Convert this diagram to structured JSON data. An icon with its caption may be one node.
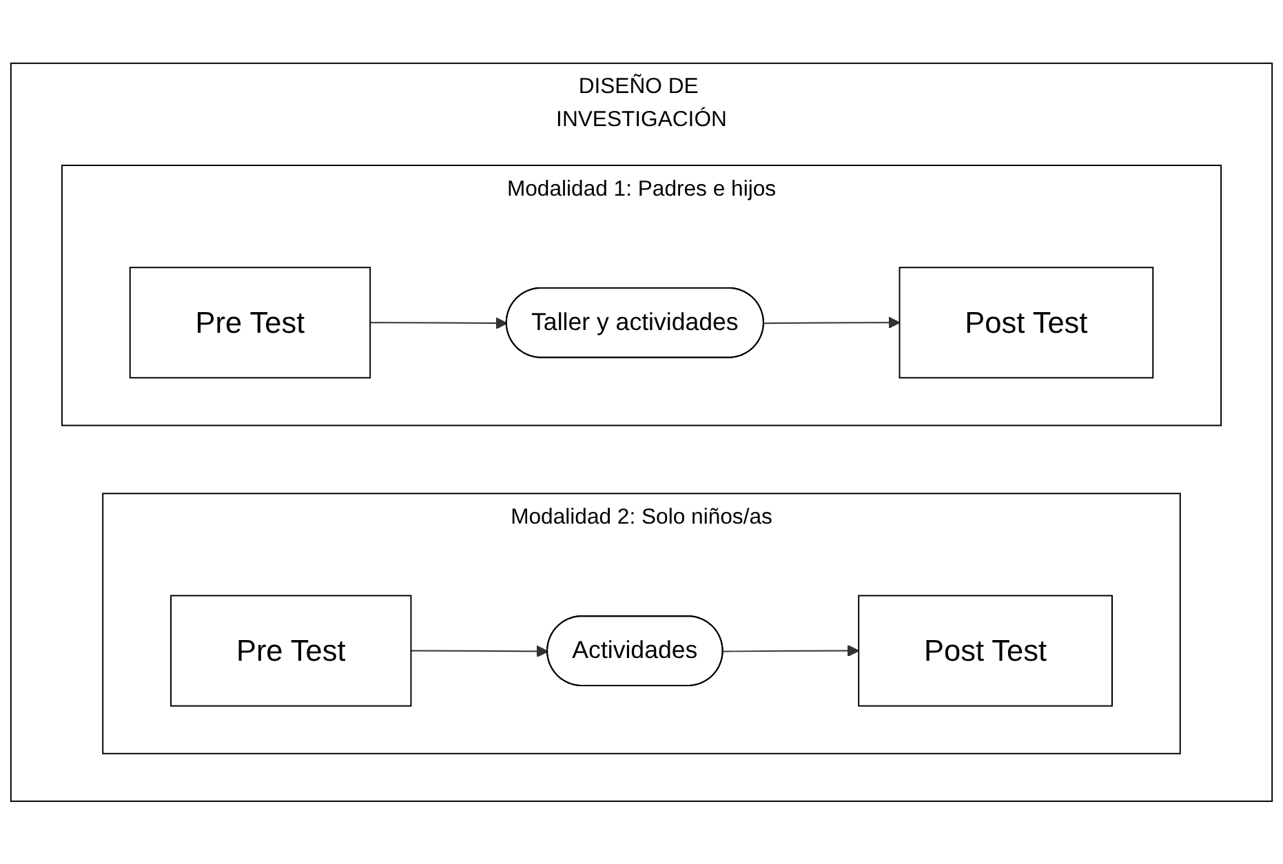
{
  "diagram": {
    "nodes": [
      {
        "text": [
          "DISEÑO DE INVESTIGACIÓN"
        ]
      },
      {
        "text": [
          "Modalidad 1: Padres e hijos"
        ],
        "in": 0
      },
      {
        "text": [
          "Pre Test"
        ],
        "in": 1
      },
      {
        "text": [
          "Taller y actividades"
        ],
        "in": 1
      },
      {
        "text": [
          "Post Test"
        ],
        "in": 1
      },
      {
        "text": [
          "Modalidad 2: Solo niños/as"
        ],
        "in": 0
      },
      {
        "text": [
          "Pre Test"
        ],
        "in": 5
      },
      {
        "text": [
          "Actividades"
        ],
        "in": 5
      },
      {
        "text": [
          "Post Test"
        ],
        "in": 5
      }
    ],
    "edges": [
      {
        "from": 2,
        "to": 3,
        "arrow": "to"
      },
      {
        "from": 3,
        "to": 4,
        "arrow": "to"
      },
      {
        "from": 6,
        "to": 7,
        "arrow": "to"
      },
      {
        "from": 7,
        "to": 8,
        "arrow": "to"
      }
    ]
  }
}
